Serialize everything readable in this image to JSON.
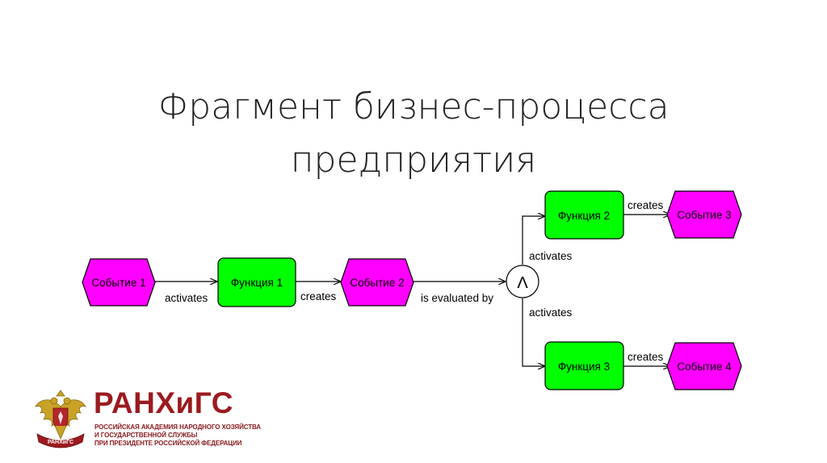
{
  "slide": {
    "title_line1": "Фрагмент бизнес-процесса",
    "title_line2": "предприятия"
  },
  "diagram": {
    "nodes": {
      "event1": "Событие 1",
      "func1": "Функция 1",
      "event2": "Событие 2",
      "func2": "Функция 2",
      "event3": "Событие 3",
      "func3": "Функция 3",
      "event4": "Событие 4",
      "and_symbol": "Λ"
    },
    "edges": {
      "e1_f1": "activates",
      "f1_e2": "creates",
      "e2_and": "is evaluated by",
      "and_f2": "activates",
      "and_f3": "activates",
      "f2_e3": "creates",
      "f3_e4": "creates"
    },
    "colors": {
      "event_fill": "#ff00ff",
      "function_fill": "#00ff00",
      "stroke": "#000000"
    }
  },
  "logo": {
    "name": "РАНХиГС",
    "sub_line1": "РОССИЙСКАЯ АКАДЕМИЯ НАРОДНОГО ХОЗЯЙСТВА",
    "sub_line2": "И ГОСУДАРСТВЕННОЙ СЛУЖБЫ",
    "sub_line3": "ПРИ ПРЕЗИДЕНТЕ РОССИЙСКОЙ ФЕДЕРАЦИИ",
    "emblem_text": "РАНХиГС",
    "colors": {
      "brand": "#9c1b1f",
      "gold": "#c9a227"
    }
  }
}
